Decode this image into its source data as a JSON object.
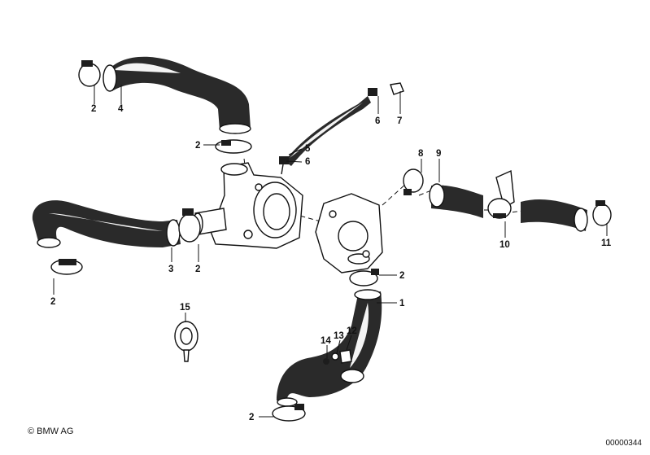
{
  "labels": {
    "l1": "1",
    "l2": "2",
    "l3": "3",
    "l4": "4",
    "l5": "5",
    "l6": "6",
    "l7": "7",
    "l8": "8",
    "l9": "9",
    "l10": "10",
    "l11": "11",
    "l12": "12",
    "l13": "13",
    "l14": "14",
    "l15": "15"
  },
  "footer": {
    "copyright": "© BMW AG",
    "doc_id": "00000344"
  }
}
